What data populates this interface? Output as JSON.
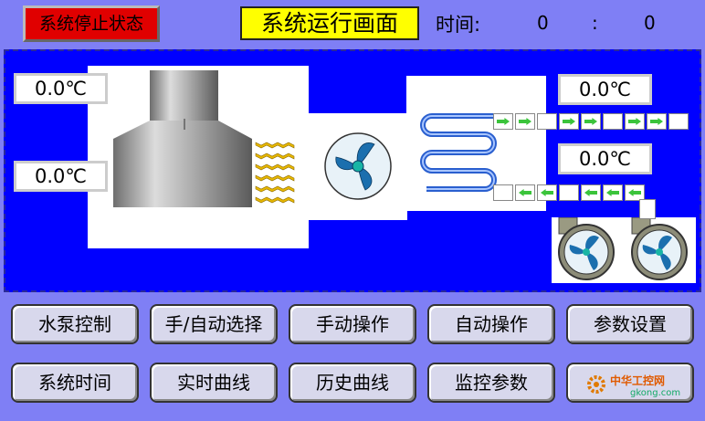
{
  "header": {
    "status_label": "系统停止状态",
    "title": "系统运行画面",
    "time_label": "时间:",
    "time_hour": "0",
    "time_sep": ":",
    "time_min": "0"
  },
  "readouts": {
    "left_top": "0.0℃",
    "left_bottom": "0.0℃",
    "right_top": "0.0℃",
    "right_bottom": "0.0℃"
  },
  "buttons_row1": [
    "水泵控制",
    "手/自动选择",
    "手动操作",
    "自动操作",
    "参数设置"
  ],
  "buttons_row2": [
    "系统时间",
    "实时曲线",
    "历史曲线",
    "监控参数",
    ""
  ],
  "watermark": {
    "brand": "中华工控网",
    "url": "gkong.com"
  },
  "colors": {
    "background": "#7f7ff5",
    "panel": "#0000ff",
    "status": "#e00000",
    "title": "#ffff00",
    "flow_arrow": "#3bc43b"
  }
}
